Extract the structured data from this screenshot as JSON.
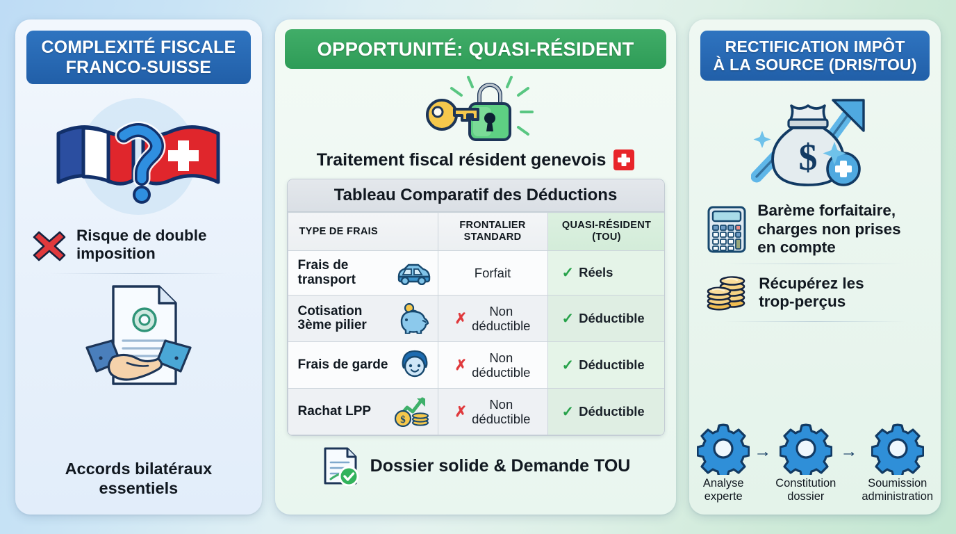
{
  "background": {
    "from": "#bedcf5",
    "to": "#c3e7d2"
  },
  "colors": {
    "header_blue": "#2f74c0",
    "header_green": "#3aa662",
    "check_green": "#27a24a",
    "cross_red": "#e0393c",
    "swiss_red": "#e8252a"
  },
  "panels": {
    "left": {
      "title": "COMPLEXITÉ FISCALE FRANCO-SUISSE",
      "title_line1": "COMPLEXITÉ FISCALE",
      "title_line2": "FRANCO-SUISSE",
      "art_icon": "france-switzerland-flags-question-icon",
      "feature": {
        "icon": "red-cross-icon",
        "text_line1": "Risque de double",
        "text_line2": "imposition"
      },
      "art_icon_2": "handshake-document-icon",
      "caption_line1": "Accords bilatéraux",
      "caption_line2": "essentiels"
    },
    "middle": {
      "title": "OPPORTUNITÉ: QUASI-RÉSIDENT",
      "art_icon": "key-padlock-icon",
      "subtitle": "Traitement fiscal résident genevois",
      "subtitle_badge": "swiss-flag-badge",
      "table": {
        "title": "Tableau Comparatif des Déductions",
        "columns": [
          {
            "label": "TYPE DE FRAIS"
          },
          {
            "label_line1": "FRONTALIER",
            "label_line2": "STANDARD"
          },
          {
            "label_line1": "QUASI-RÉSIDENT",
            "label_line2": "(TOU)"
          }
        ],
        "rows": [
          {
            "type_line1": "Frais de",
            "type_line2": "transport",
            "type_icon": "car-icon",
            "frontalier": "Forfait",
            "frontalier_mark": "none",
            "quasi": "Réels",
            "quasi_mark": "check"
          },
          {
            "type_line1": "Cotisation",
            "type_line2": "3ème pilier",
            "type_icon": "piggy-bank-icon",
            "frontalier_line1": "Non",
            "frontalier_line2": "déductible",
            "frontalier_mark": "cross",
            "quasi": "Déductible",
            "quasi_mark": "check"
          },
          {
            "type_line1": "Frais de garde",
            "type_line2": "",
            "type_icon": "child-face-icon",
            "frontalier_line1": "Non",
            "frontalier_line2": "déductible",
            "frontalier_mark": "cross",
            "quasi": "Déductible",
            "quasi_mark": "check"
          },
          {
            "type_line1": "Rachat LPP",
            "type_line2": "",
            "type_icon": "coins-growth-icon",
            "frontalier_line1": "Non",
            "frontalier_line2": "déductible",
            "frontalier_mark": "cross",
            "quasi": "Déductible",
            "quasi_mark": "check"
          }
        ]
      },
      "footer_icon": "document-validated-icon",
      "footer_text": "Dossier solide & Demande TOU"
    },
    "right": {
      "title": "RECTIFICATION IMPÔT À LA SOURCE (DRIS/TOU)",
      "title_line1": "RECTIFICATION IMPÔT",
      "title_line2": "À LA SOURCE (DRIS/TOU)",
      "art_icon": "money-bag-growth-icon",
      "features": [
        {
          "icon": "calculator-icon",
          "text_line1": "Barème forfaitaire,",
          "text_line2": "charges non prises",
          "text_line3": "en compte"
        },
        {
          "icon": "coins-stack-icon",
          "text_line1": "Récupérez les",
          "text_line2": "trop-perçus"
        }
      ],
      "process": {
        "arrow": "→",
        "steps": [
          {
            "icon": "gear-icon",
            "label_line1": "Analyse",
            "label_line2": "experte"
          },
          {
            "icon": "gear-icon",
            "label_line1": "Constitution",
            "label_line2": "dossier"
          },
          {
            "icon": "gear-icon",
            "label_line1": "Soumission",
            "label_line2": "administration"
          }
        ]
      }
    }
  }
}
